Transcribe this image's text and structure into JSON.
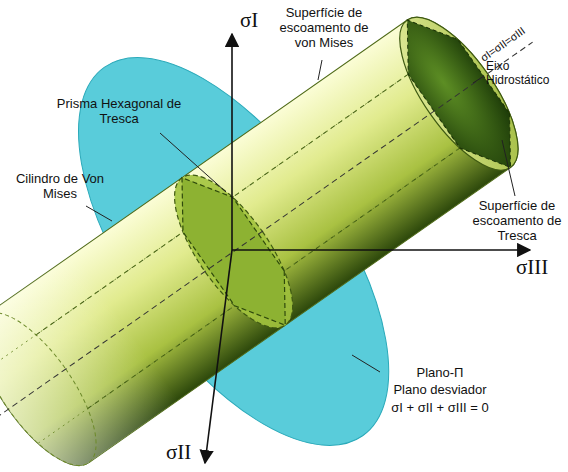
{
  "diagram": {
    "labels": [
      "σI",
      "Superfície de escoamento de von Mises",
      "σI=σII=σIII",
      "Eixo Hidrostático",
      "Prisma Hexagonal de Tresca",
      "Cilindro de Von Mises",
      "Superfície de escoamento de Tresca",
      "σIII",
      "Plano-Π",
      "Plano desviador",
      "σI + σII + σIII = 0",
      "σII"
    ]
  }
}
